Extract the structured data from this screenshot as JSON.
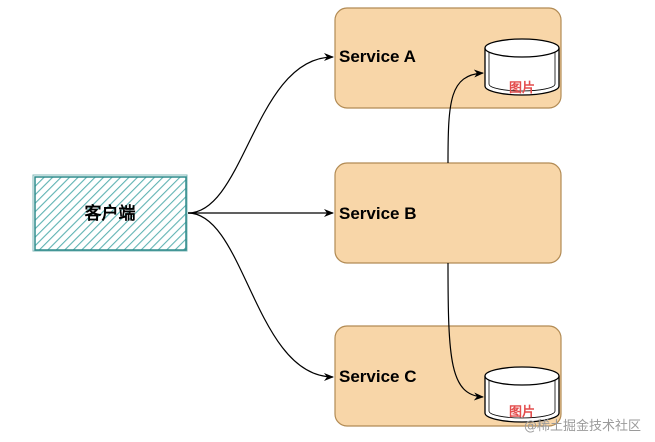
{
  "client": {
    "label": "客户端"
  },
  "services": [
    {
      "label": "Service A"
    },
    {
      "label": "Service B"
    },
    {
      "label": "Service C"
    }
  ],
  "databases": [
    {
      "label": "图片"
    },
    {
      "label": "图片"
    }
  ],
  "watermark": {
    "text": "@稀土掘金技术社区"
  },
  "colors": {
    "service_fill": "#f8d6a8",
    "service_stroke": "#b28b54",
    "client_stroke": "#2e8b8b",
    "client_hatch": "#5fb3b3",
    "db_label": "#e34d4d",
    "arrow": "#000000"
  }
}
